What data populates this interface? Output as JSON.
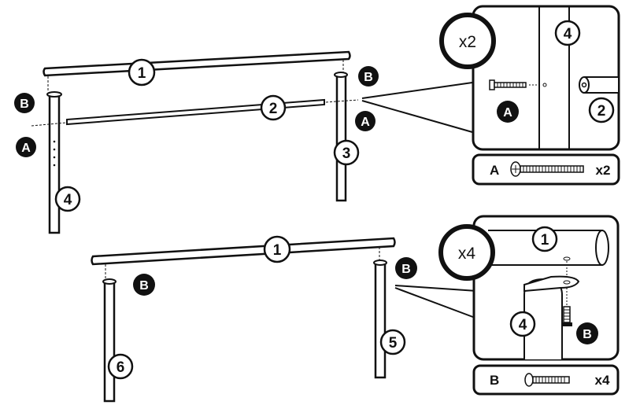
{
  "labels": {
    "part1": "1",
    "part2": "2",
    "part3": "3",
    "part4": "4",
    "part5": "5",
    "part6": "6",
    "screw_a": "A",
    "screw_b": "B"
  },
  "detail_top": {
    "multiplier": "x2",
    "part_top": "4",
    "part_right": "2",
    "screw": "A"
  },
  "parts_list_top": {
    "letter": "A",
    "quantity": "x2"
  },
  "detail_bottom": {
    "multiplier": "x4",
    "part_top": "1",
    "part_left": "4",
    "screw": "B"
  },
  "parts_list_bottom": {
    "letter": "B",
    "quantity": "x4"
  },
  "colors": {
    "ink": "#111111",
    "paper": "#ffffff",
    "pipe_fill": "#ffffff"
  }
}
